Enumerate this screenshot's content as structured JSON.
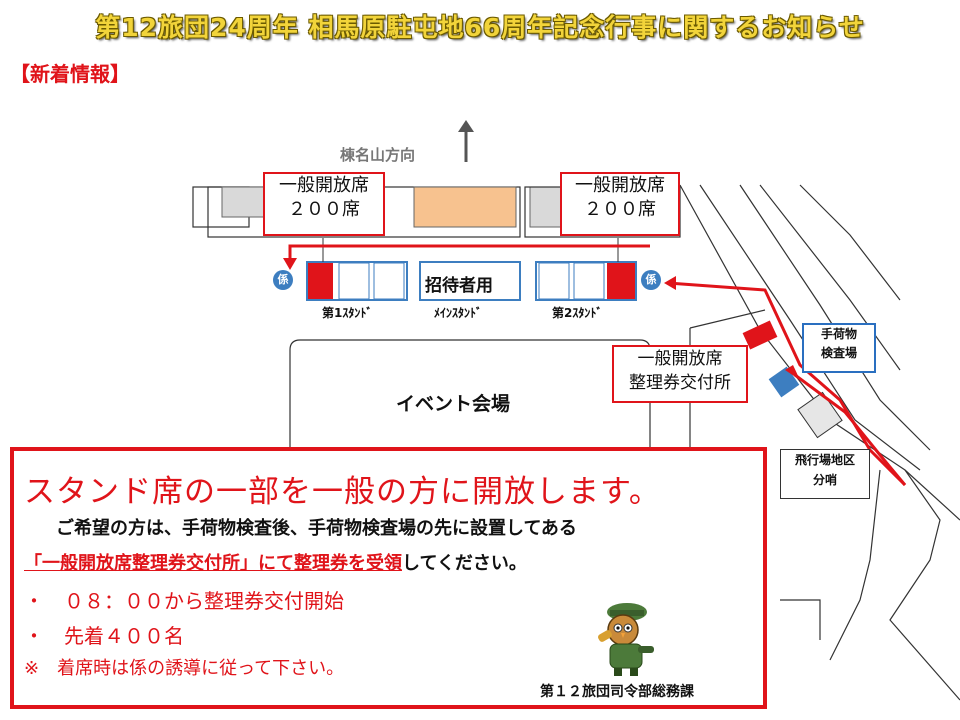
{
  "header": {
    "title": "第12旅団24周年 相馬原駐屯地66周年記念行事に関するお知らせ",
    "news_label": "【新着情報】"
  },
  "map": {
    "mountain_direction": "棟名山方向",
    "general_seat_left": {
      "line1": "一般開放席",
      "line2": "２００席"
    },
    "general_seat_right": {
      "line1": "一般開放席",
      "line2": "２００席"
    },
    "guest_label": "招待者用",
    "stand1_label": "第1ｽﾀﾝﾄﾞ",
    "main_stand_label": "ﾒｲﾝｽﾀﾝﾄﾞ",
    "stand2_label": "第2ｽﾀﾝﾄﾞ",
    "staff_marker": "係",
    "event_venue": "イベント会場",
    "ticket_office": {
      "line1": "一般開放席",
      "line2": "整理券交付所"
    },
    "baggage_check": {
      "line1": "手荷物",
      "line2": "検査場"
    },
    "airfield": {
      "line1": "飛行場地区",
      "line2": "分哨"
    },
    "colors": {
      "route": "#e0141a",
      "seat_red": "#e0141a",
      "seat_blue": "#3d7ec0",
      "building_orange": "#f7c28f",
      "building_gray": "#d9d9d9"
    }
  },
  "notice": {
    "headline": "スタンド席の一部を一般の方に開放します。",
    "line1": "ご希望の方は、手荷物検査後、手荷物検査場の先に設置してある",
    "line2_highlight": "「一般開放席整理券交付所」にて整理券を受領",
    "line2_rest": "してください。",
    "bullet1": "・　０８：００から整理券交付開始",
    "bullet2": "・　先着４００名",
    "note": "※　着席時は係の誘導に従って下さい。",
    "signature": "第１２旅団司令部総務課"
  }
}
